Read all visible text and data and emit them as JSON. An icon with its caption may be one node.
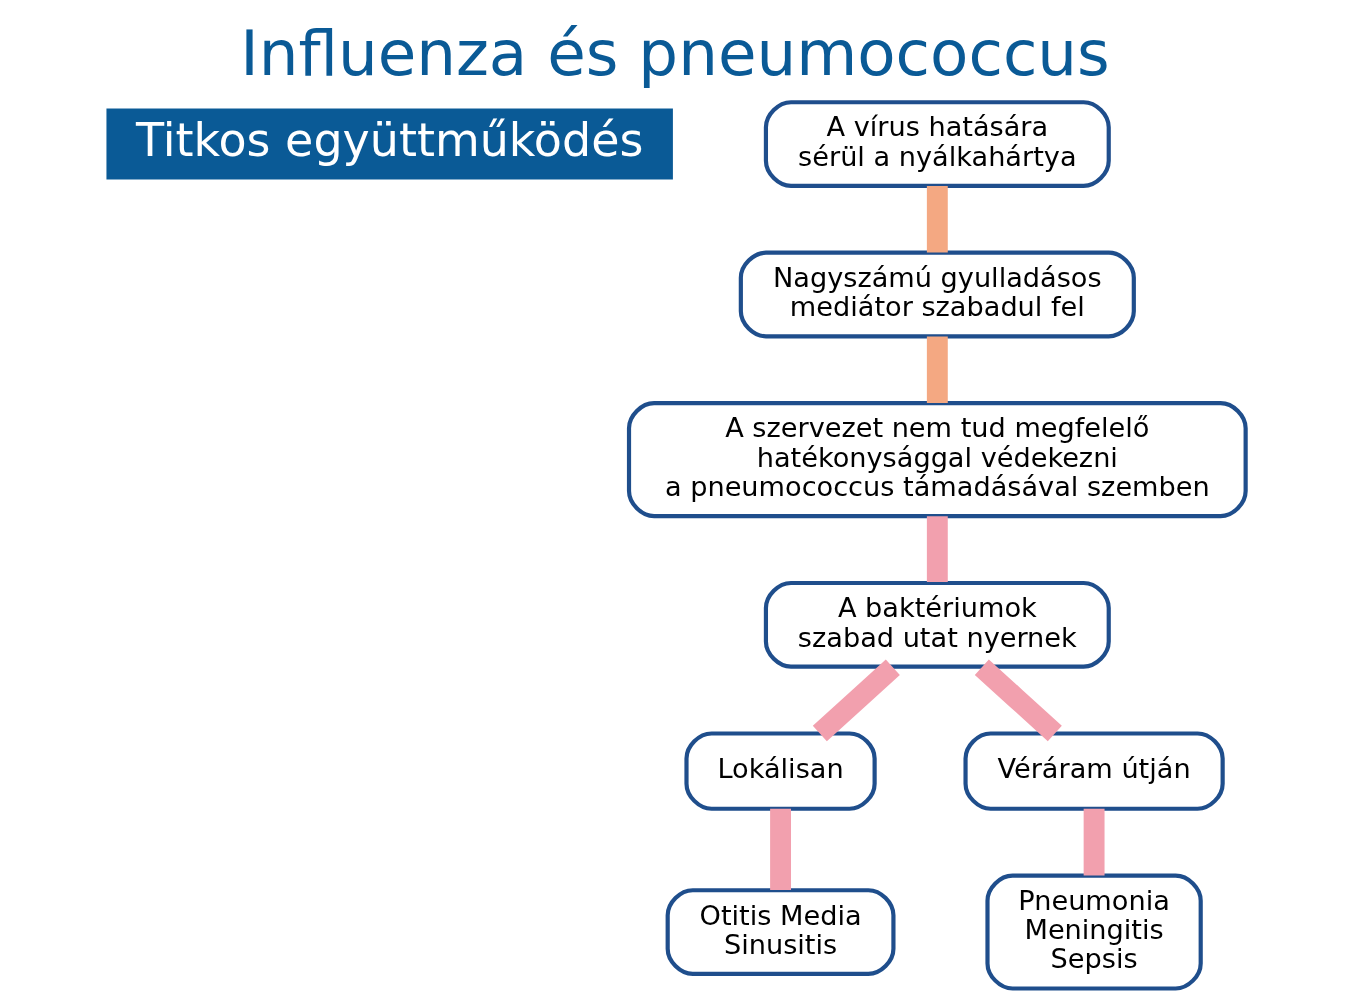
{
  "diagram": {
    "title": "Influenza és pneumococcus",
    "nodes": [
      {
        "text": [
          "A vírus hatására sérül a nyálkahártya"
        ]
      },
      {
        "text": [
          "Nagyszámú gyulladásos mediátor szabadul fel"
        ]
      },
      {
        "text": [
          "A szervezet nem tud megfelelő hatékonysággal védekezni a pneumococcus támadásával szemben"
        ]
      },
      {
        "text": [
          "A baktériumok szabad utat nyernek"
        ]
      },
      {
        "text": [
          "Lokálisan"
        ]
      },
      {
        "text": [
          "Véráram útján"
        ]
      },
      {
        "text": [
          "Otitis Media Sinusitis"
        ]
      },
      {
        "text": [
          "Pneumonia Meningitis Sepsis"
        ]
      }
    ],
    "edges": [
      {
        "from": 0,
        "to": 1,
        "arrow": "none",
        "color": "#f4a882"
      },
      {
        "from": 1,
        "to": 2,
        "arrow": "none",
        "color": "#f4a882"
      },
      {
        "from": 2,
        "to": 3,
        "arrow": "none"
      },
      {
        "from": 3,
        "to": 4,
        "arrow": "none"
      },
      {
        "from": 3,
        "to": 5,
        "arrow": "none"
      },
      {
        "from": 4,
        "to": 6,
        "arrow": "none"
      },
      {
        "from": 5,
        "to": 7,
        "arrow": "none"
      }
    ],
    "labels": [
      "Titkos együttműködés"
    ]
  }
}
